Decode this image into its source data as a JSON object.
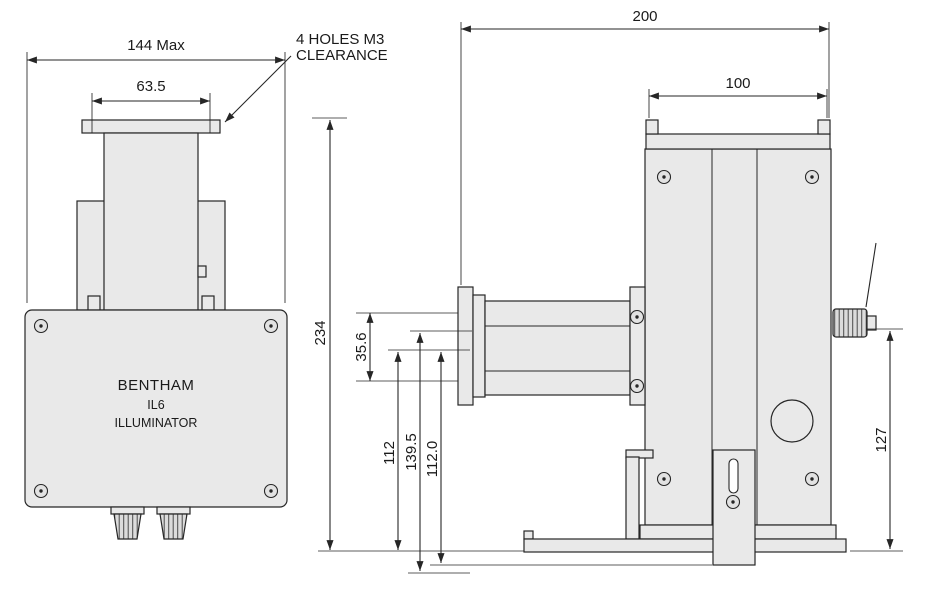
{
  "front_view": {
    "brand": "BENTHAM",
    "model": "IL6",
    "type": "ILLUMINATOR"
  },
  "note": {
    "line1": "4 HOLES M3",
    "line2": "CLEARANCE"
  },
  "dimensions": {
    "width_max": "144 Max",
    "mount_width": "63.5",
    "overall_height": "234",
    "snout_size": "35.6",
    "h112": "112",
    "h139_5": "139.5",
    "h112_0": "112.0",
    "depth": "200",
    "top_width": "100",
    "h127": "127"
  },
  "colors": {
    "line": "#262626",
    "part-fill": "#e9e9e9",
    "background": "#ffffff",
    "text": "#1a1a1a"
  }
}
